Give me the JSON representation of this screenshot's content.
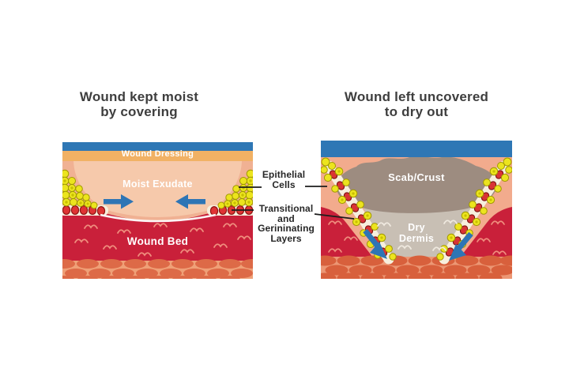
{
  "titles": {
    "left_line1": "Wound kept moist",
    "left_line2": "by covering",
    "right_line1": "Wound left uncovered",
    "right_line2": "to dry out"
  },
  "left_panel": {
    "dressing_label": "Wound Dressing",
    "exudate_label": "Moist Exudate",
    "wound_bed_label": "Wound Bed"
  },
  "right_panel": {
    "scab_label": "Scab/Crust",
    "dry_dermis_line1": "Dry",
    "dry_dermis_line2": "Dermis"
  },
  "annotations": {
    "epithelial_line1": "Epithelial",
    "epithelial_line2": "Cells",
    "transitional_line1": "Transitional",
    "transitional_line2": "and",
    "transitional_line3": "Gerininating",
    "transitional_line4": "Layers"
  },
  "colors": {
    "cover_blue": "#2e77b5",
    "dressing_orange": "#f1b164",
    "skin_peach": "#f2b295",
    "exudate_peach": "#f6c9ab",
    "wound_red": "#c9203a",
    "epithelial_yellow": "#ece41e",
    "scab_brown": "#9d8c80",
    "dermis_gray": "#c8bfb4",
    "tissue_salmon": "#dd6a47",
    "arrow_blue": "#2e75b5"
  }
}
